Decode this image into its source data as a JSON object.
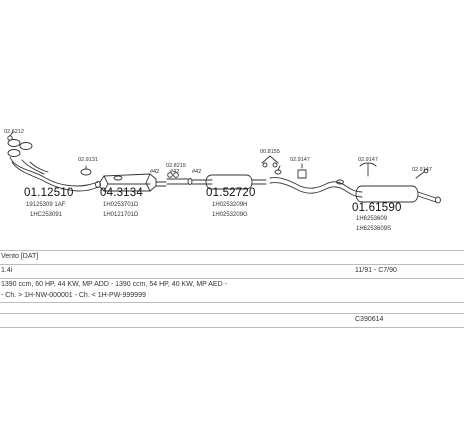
{
  "labels": {
    "p1_code": "01.12510",
    "p1_ref1": "19125309 1AF",
    "p1_ref2": "1HC253091",
    "p1_clamp": "02.6212",
    "p2_code": "04.3134",
    "p2_ref1": "1H0253701D",
    "p2_ref2": "1H0121701D",
    "p2_clamp": "02.9131",
    "p2_tag": "#42",
    "p3_clamp": "02.8215",
    "p3_tag1": "#42",
    "p3_tag2": "#42",
    "p4_code": "01.52720",
    "p4_ref1": "1H0253209H",
    "p4_ref2": "1H0253209G",
    "p5_clamp": "00.8155",
    "p5_mount": "02.9147",
    "p6_code": "01.61590",
    "p6_ref1": "1H6253609",
    "p6_ref2": "1H6253609S",
    "p6_clamp": "02.9147",
    "p6_hanger": "02.9147"
  },
  "info": {
    "model": "Vento [DAT]",
    "engine": "1.4i",
    "period": "11/91 - C7/90",
    "spec": "1390 ccm, 60 HP, 44 KW, MP ADD - 1390 ccm, 54 HP, 40 KW, MP AED -",
    "chassis": "- Ch. > 1H-NW-000001 - Ch. < 1H-PW-999999",
    "code": "C390614"
  }
}
